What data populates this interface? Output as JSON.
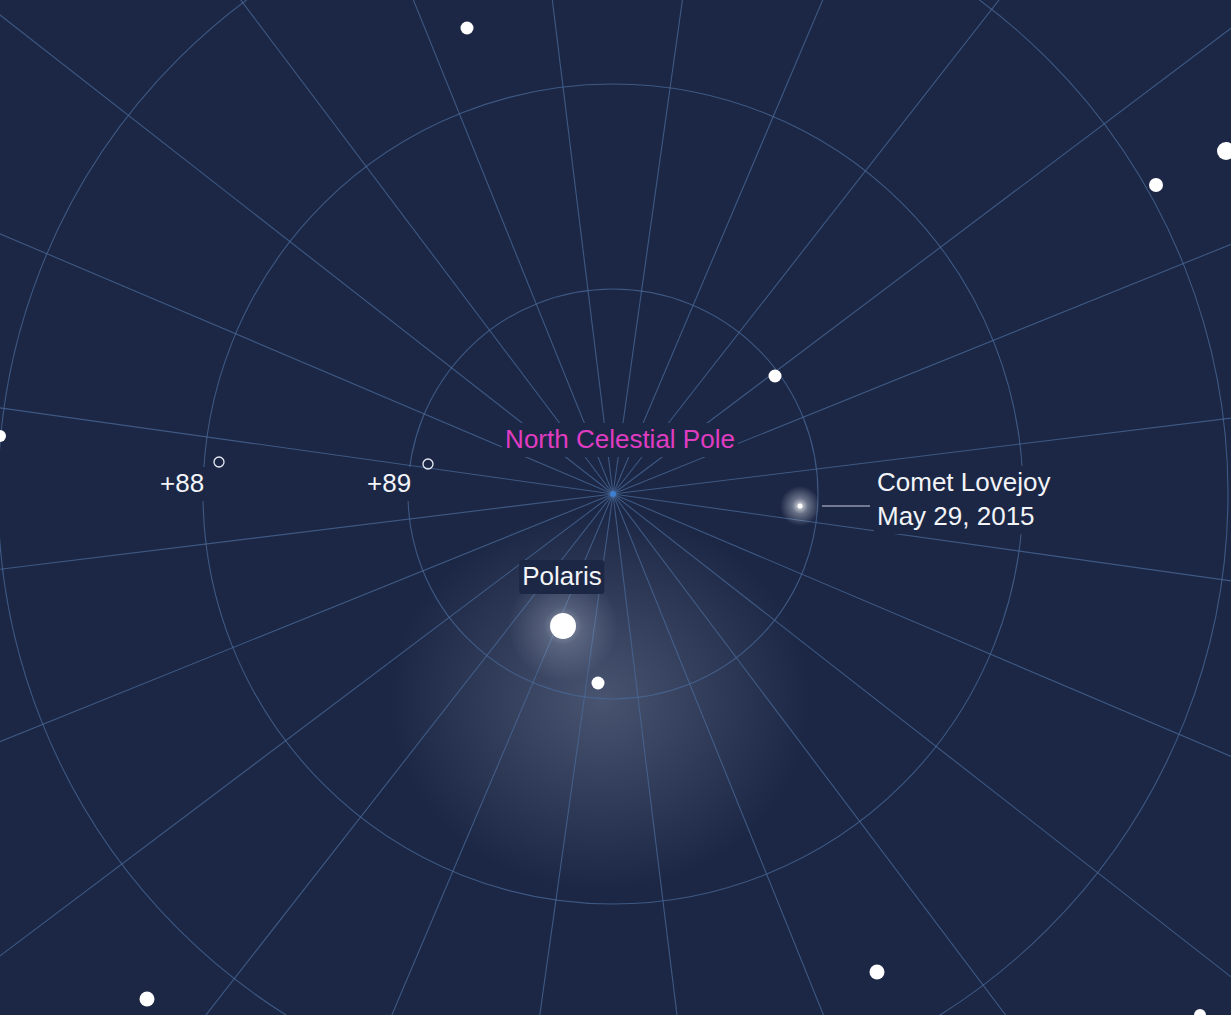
{
  "diagram": {
    "labels": [
      "North Celestial Pole",
      "+88",
      "+89",
      "Polaris",
      "Comet Lovejoy May 29, 2015"
    ]
  }
}
